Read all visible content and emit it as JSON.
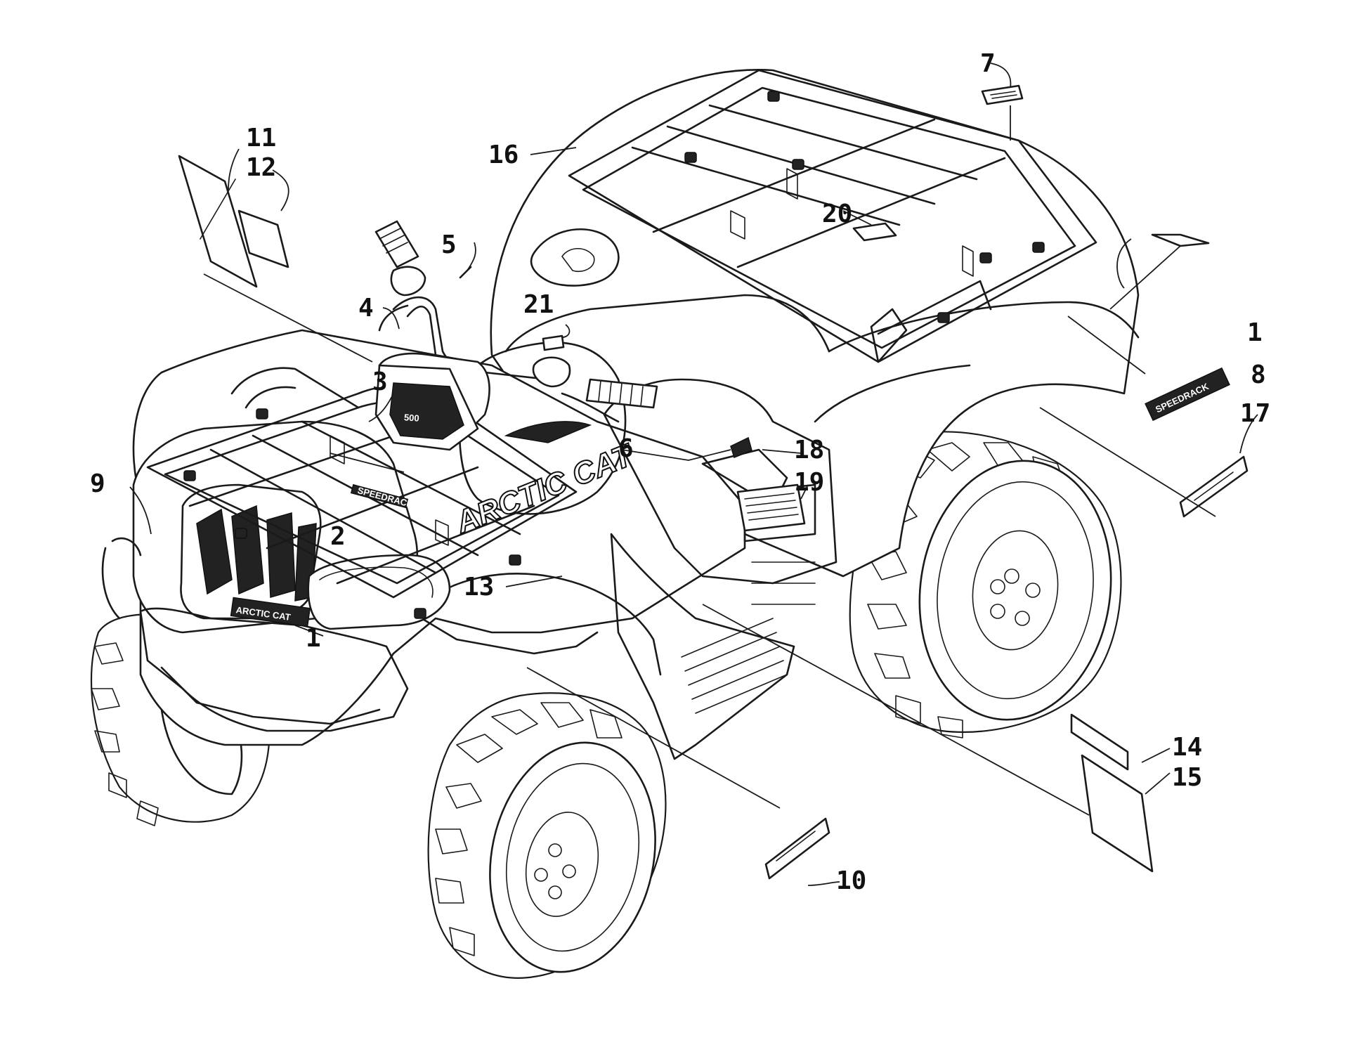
{
  "callouts": [
    {
      "id": "c1a",
      "label": "1"
    },
    {
      "id": "c1b",
      "label": "1"
    },
    {
      "id": "c2",
      "label": "2"
    },
    {
      "id": "c3",
      "label": "3"
    },
    {
      "id": "c4",
      "label": "4"
    },
    {
      "id": "c5",
      "label": "5"
    },
    {
      "id": "c6",
      "label": "6"
    },
    {
      "id": "c7",
      "label": "7"
    },
    {
      "id": "c8",
      "label": "8"
    },
    {
      "id": "c9",
      "label": "9"
    },
    {
      "id": "c10",
      "label": "10"
    },
    {
      "id": "c11",
      "label": "11"
    },
    {
      "id": "c12",
      "label": "12"
    },
    {
      "id": "c13",
      "label": "13"
    },
    {
      "id": "c14",
      "label": "14"
    },
    {
      "id": "c15",
      "label": "15"
    },
    {
      "id": "c16",
      "label": "16"
    },
    {
      "id": "c17",
      "label": "17"
    },
    {
      "id": "c18",
      "label": "18"
    },
    {
      "id": "c19",
      "label": "19"
    },
    {
      "id": "c20",
      "label": "20"
    },
    {
      "id": "c21",
      "label": "21"
    }
  ],
  "decals": {
    "front_brand": "ARCTIC CAT",
    "side_brand": "ARCTIC CAT",
    "rack_decal": "SPEEDRACK",
    "engine_badge": "500"
  }
}
